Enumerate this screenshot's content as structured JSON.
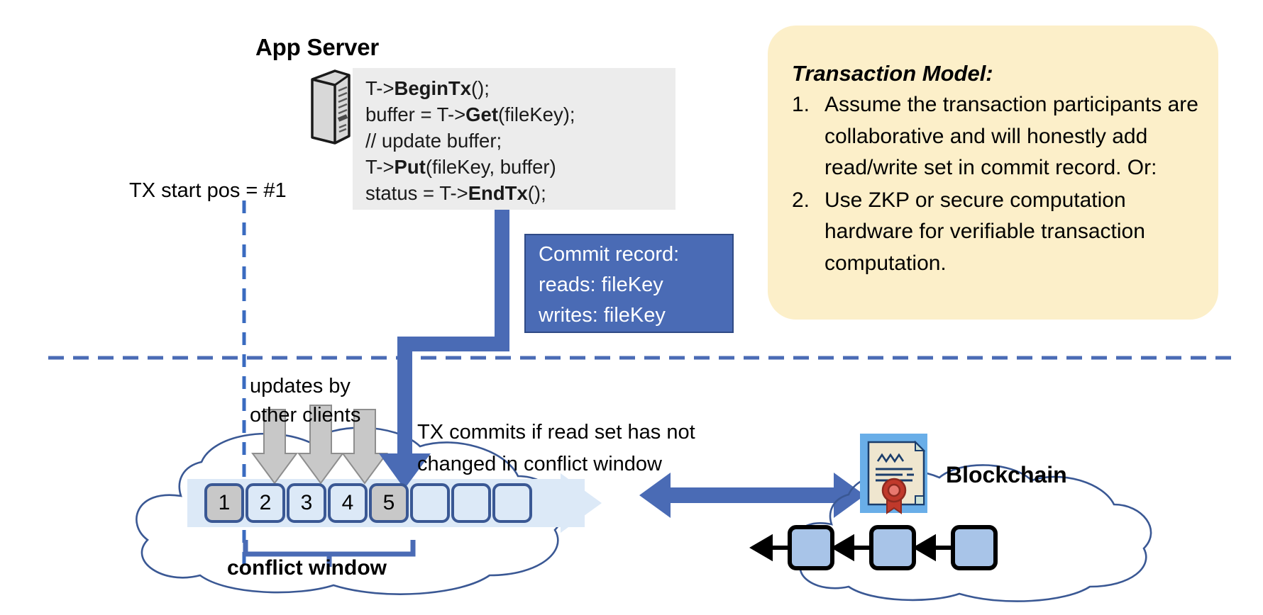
{
  "app_server": {
    "title": "App Server",
    "icon": "server-icon"
  },
  "code_block": {
    "lines": [
      [
        {
          "t": "T->",
          "b": false
        },
        {
          "t": "BeginTx",
          "b": true
        },
        {
          "t": "();",
          "b": false
        }
      ],
      [
        {
          "t": "buffer = T->",
          "b": false
        },
        {
          "t": "Get",
          "b": true
        },
        {
          "t": "(fileKey);",
          "b": false
        }
      ],
      [
        {
          "t": "// update buffer;",
          "b": false
        }
      ],
      [
        {
          "t": "T->",
          "b": false
        },
        {
          "t": "Put",
          "b": true
        },
        {
          "t": "(fileKey, buffer)",
          "b": false
        }
      ],
      [
        {
          "t": "status = T->",
          "b": false
        },
        {
          "t": "EndTx",
          "b": true
        },
        {
          "t": "();",
          "b": false
        }
      ]
    ]
  },
  "labels": {
    "tx_start_pos": "TX start pos = #1",
    "updates_by_other_clients_line1": "updates by",
    "updates_by_other_clients_line2": "other clients",
    "tx_commits_line1": "TX commits if read set has not",
    "tx_commits_line2": "changed in conflict window",
    "conflict_window": "conflict window",
    "blockchain": "Blockchain"
  },
  "commit_record": {
    "title": "Commit record:",
    "reads": "reads: fileKey",
    "writes": "writes: fileKey"
  },
  "transaction_model": {
    "title": "Transaction Model:",
    "items": [
      {
        "num": "1.",
        "text": "Assume the transaction participants are collaborative and will honestly add read/write set in commit record.  Or:"
      },
      {
        "num": "2.",
        "text": "Use ZKP or secure computation hardware for verifiable transaction computation."
      }
    ]
  },
  "ledger": {
    "blocks": [
      {
        "label": "1",
        "filled": true
      },
      {
        "label": "2",
        "filled": false
      },
      {
        "label": "3",
        "filled": false
      },
      {
        "label": "4",
        "filled": false
      },
      {
        "label": "5",
        "filled": true
      },
      {
        "label": "",
        "filled": false
      },
      {
        "label": "",
        "filled": false
      },
      {
        "label": "",
        "filled": false
      }
    ]
  },
  "blockchain": {
    "icon": "certificate-icon",
    "block_count": 3
  },
  "colors": {
    "accent_blue": "#4a6bb5",
    "ledger_block_fill": "#dce9f7",
    "ledger_block_filled": "#c8c8c8",
    "ledger_block_border": "#3a5894",
    "note_yellow": "#fcefc9",
    "code_bg": "#ececec",
    "cloud_stroke": "#3a5894",
    "gray_arrow": "#c8c8c8",
    "seal_red": "#c0392b"
  }
}
